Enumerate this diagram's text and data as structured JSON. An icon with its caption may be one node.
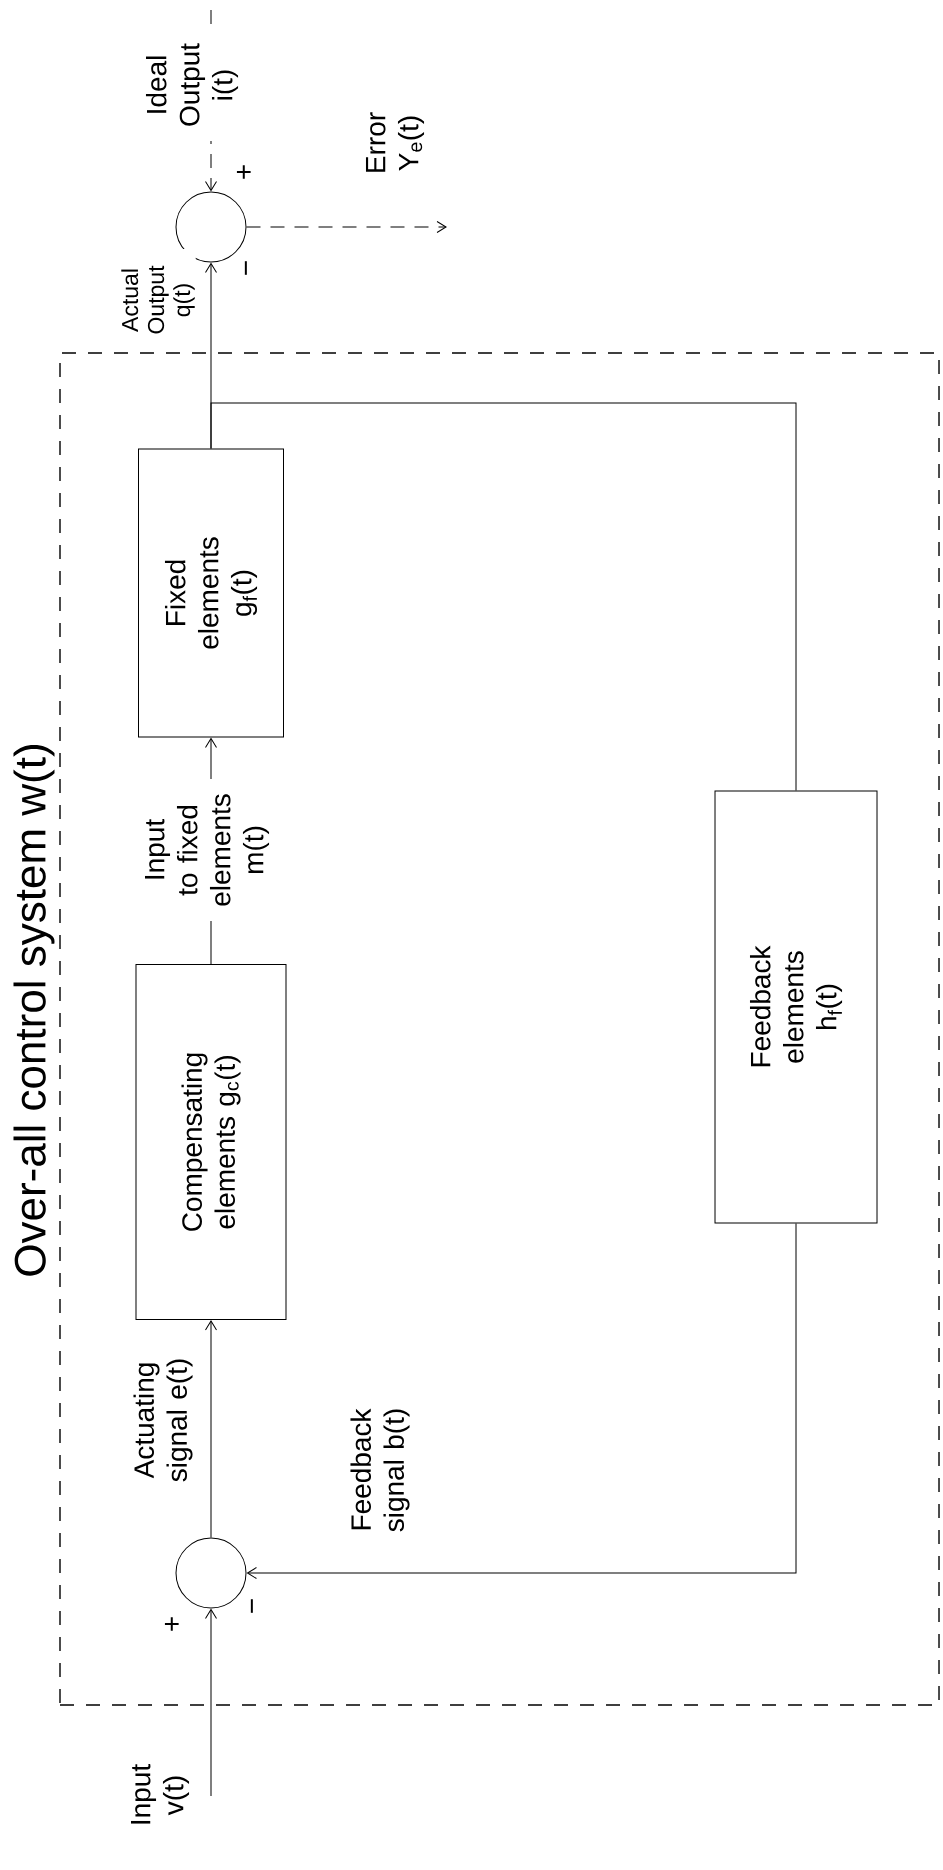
{
  "diagram": {
    "nodes": [
      {
        "text": [
          "Over-all control system w(t)"
        ]
      },
      {
        "text": [],
        "shape": "circle",
        "in": 0
      },
      {
        "text": [
          "Compensating elements g$_{c}$(t)"
        ],
        "in": 0
      },
      {
        "text": [
          "Fixed elements g$_{f}$(t)"
        ],
        "in": 0
      },
      {
        "text": [
          "Feedback elements h$_{f}$(t)"
        ],
        "in": 0
      },
      {
        "text": [],
        "shape": "circle"
      }
    ],
    "edges": [
      {
        "from": null,
        "to": 1,
        "arrow": "to",
        "label": "Input v(t)"
      },
      {
        "from": 1,
        "to": 2,
        "arrow": "to",
        "label": "Actuating signal e(t)"
      },
      {
        "from": 2,
        "to": 3,
        "arrow": "to",
        "label": "Input to fixed elements m(t)"
      },
      {
        "from": 3,
        "to": 5,
        "arrow": "to",
        "label": "Actual Output q(t)"
      },
      {
        "from": 3,
        "to": 4,
        "arrow": "none"
      },
      {
        "from": 4,
        "to": 1,
        "arrow": "to",
        "label": "Feedback signal b(t)"
      },
      {
        "from": null,
        "to": 5,
        "arrow": "to",
        "style": "dashed",
        "label": "Ideal Output i(t)"
      },
      {
        "from": 5,
        "to": null,
        "arrow": "to",
        "style": "dashed",
        "label": "Error Y$_{e}$(t)"
      }
    ],
    "labels": [
      "+",
      "−",
      "−",
      "+"
    ]
  }
}
